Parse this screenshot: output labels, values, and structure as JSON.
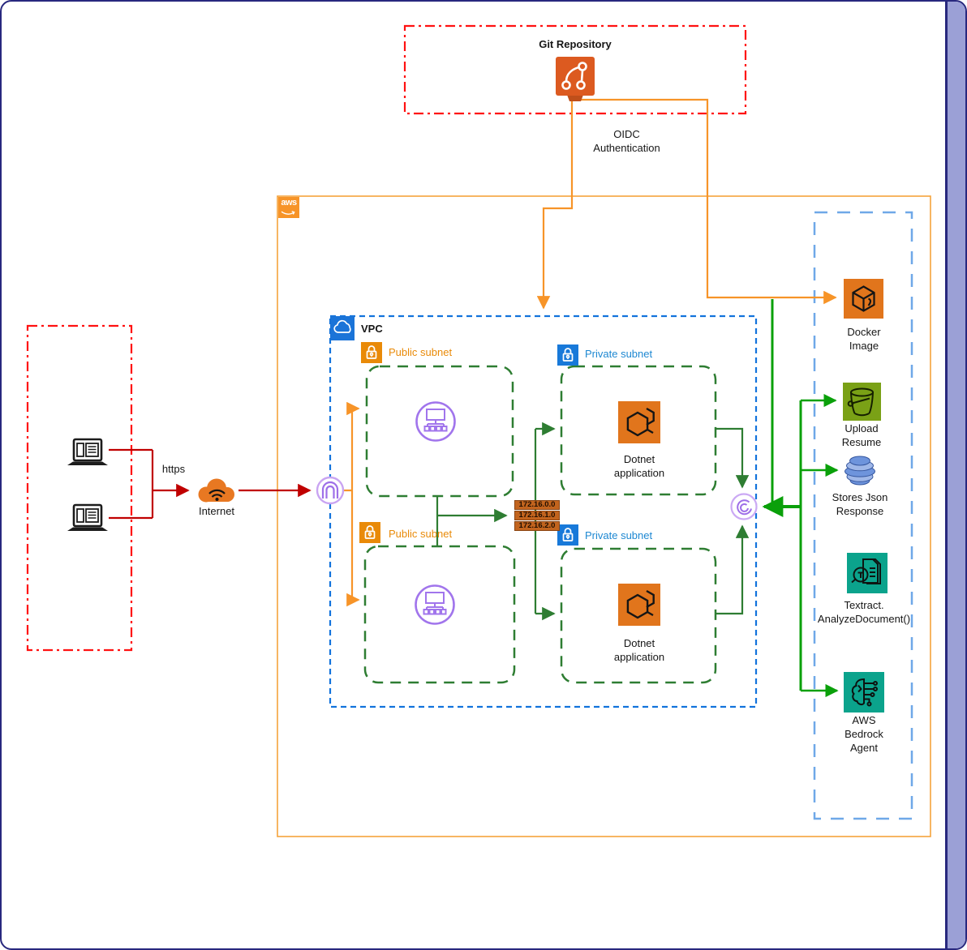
{
  "git_box": {
    "title": "Git Repository"
  },
  "oidc": {
    "line1": "OIDC",
    "line2": "Authentication"
  },
  "aws": {
    "logo": "aws"
  },
  "vpc": {
    "label": "VPC"
  },
  "subnets": {
    "public1": "Public subnet",
    "private1": "Private subnet",
    "public2": "Public subnet",
    "private2": "Private subnet"
  },
  "apps": {
    "dotnet1": {
      "line1": "Dotnet",
      "line2": "application"
    },
    "dotnet2": {
      "line1": "Dotnet",
      "line2": "application"
    }
  },
  "network": {
    "https": "https",
    "internet": "Internet",
    "ips": [
      "172.16.0.0",
      "172.16.1.0",
      "172.16.2.0"
    ]
  },
  "services": {
    "docker": {
      "line1": "Docker",
      "line2": "Image"
    },
    "s3": {
      "line1": "Upload",
      "line2": "Resume"
    },
    "db": {
      "line1": "Stores Json",
      "line2": "Response"
    },
    "textract": {
      "line1": "Textract.",
      "line2": "AnalyzeDocument()"
    },
    "bedrock": {
      "line1": "AWS",
      "line2": "Bedrock",
      "line3": "Agent"
    }
  },
  "colors": {
    "red_box": "#FF1111",
    "red_arrow": "#C00000",
    "orange_flow": "#F79428",
    "aws_border": "#F5A33C",
    "vpc_blue": "#1273DC",
    "subnet_green": "#2E7D32",
    "flow_green": "#0AA00A",
    "purple": "#A175EC",
    "ecs_orange": "#E1751C",
    "s3_green": "#7AA116",
    "teal": "#0BA38C",
    "ip_chip": "#C2641E"
  }
}
